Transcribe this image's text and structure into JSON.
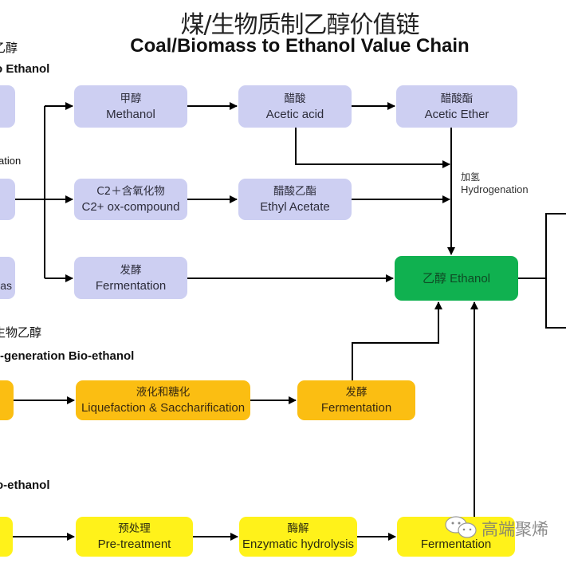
{
  "title": {
    "cn": "煤/生物质制乙醇价值链",
    "en": "Coal/Biomass to Ethanol Value Chain"
  },
  "sections": {
    "coal_cn_partial": "乙醇",
    "coal_en_partial": "o Ethanol",
    "gasification_partial": "ation",
    "syngas_partial": "as",
    "bio1_cn_partial": "生物乙醇",
    "bio1_en_partial": "-generation Bio-ethanol",
    "bio2_en_partial": "o-ethanol"
  },
  "coal_chain": {
    "methanol": {
      "cn": "甲醇",
      "en": "Methanol"
    },
    "acetic_acid": {
      "cn": "醋酸",
      "en": "Acetic acid"
    },
    "acetic_ether": {
      "cn": "醋酸酯",
      "en": "Acetic Ether"
    },
    "c2_compound": {
      "cn": "C2＋含氧化物",
      "en": "C2+ ox-compound"
    },
    "ethyl_acetate": {
      "cn": "醋酸乙酯",
      "en": "Ethyl Acetate"
    },
    "fermentation": {
      "cn": "发酵",
      "en": "Fermentation"
    },
    "hydrogenation": {
      "cn": "加氢",
      "en": "Hydrogenation"
    }
  },
  "ethanol": {
    "label": "乙醇 Ethanol"
  },
  "bio_chain_1": {
    "liquefaction": {
      "cn": "液化和糖化",
      "en": "Liquefaction & Saccharification"
    },
    "fermentation": {
      "cn": "发酵",
      "en": "Fermentation"
    }
  },
  "bio_chain_2": {
    "pretreatment": {
      "cn": "预处理",
      "en": "Pre-treatment"
    },
    "enzymatic": {
      "cn": "酶解",
      "en": "Enzymatic hydrolysis"
    },
    "fermentation": {
      "cn": "",
      "en": "Fermentation"
    }
  },
  "watermark": {
    "text": "高端聚烯"
  },
  "colors": {
    "coal_box": "#cdcff2",
    "bio1_box": "#fbbe12",
    "bio2_box": "#fff21a",
    "ethanol_box": "#10b150"
  }
}
